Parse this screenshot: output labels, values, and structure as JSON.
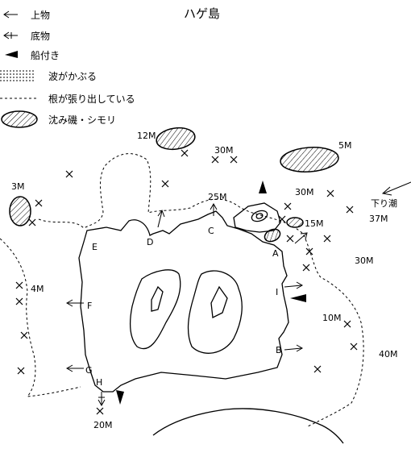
{
  "title": "ハゲ島",
  "legend": [
    {
      "symbol": "upper-arrow",
      "label": "上物"
    },
    {
      "symbol": "bottom-arrow",
      "label": "底物"
    },
    {
      "symbol": "boat-triangle",
      "label": "船付き"
    },
    {
      "symbol": "wave-dots",
      "label": "波がかぶる"
    },
    {
      "symbol": "dashed-line",
      "label": "根が張り出している"
    },
    {
      "symbol": "hatched-ellipse",
      "label": "沈み磯・シモリ"
    }
  ],
  "points": [
    "A",
    "B",
    "C",
    "D",
    "E",
    "F",
    "G",
    "H",
    "I"
  ],
  "depths": [
    "12M",
    "30M",
    "5M",
    "3M",
    "25M",
    "30M",
    "37M",
    "15M",
    "30M",
    "4M",
    "10M",
    "40M",
    "20M"
  ],
  "current": "下り潮"
}
